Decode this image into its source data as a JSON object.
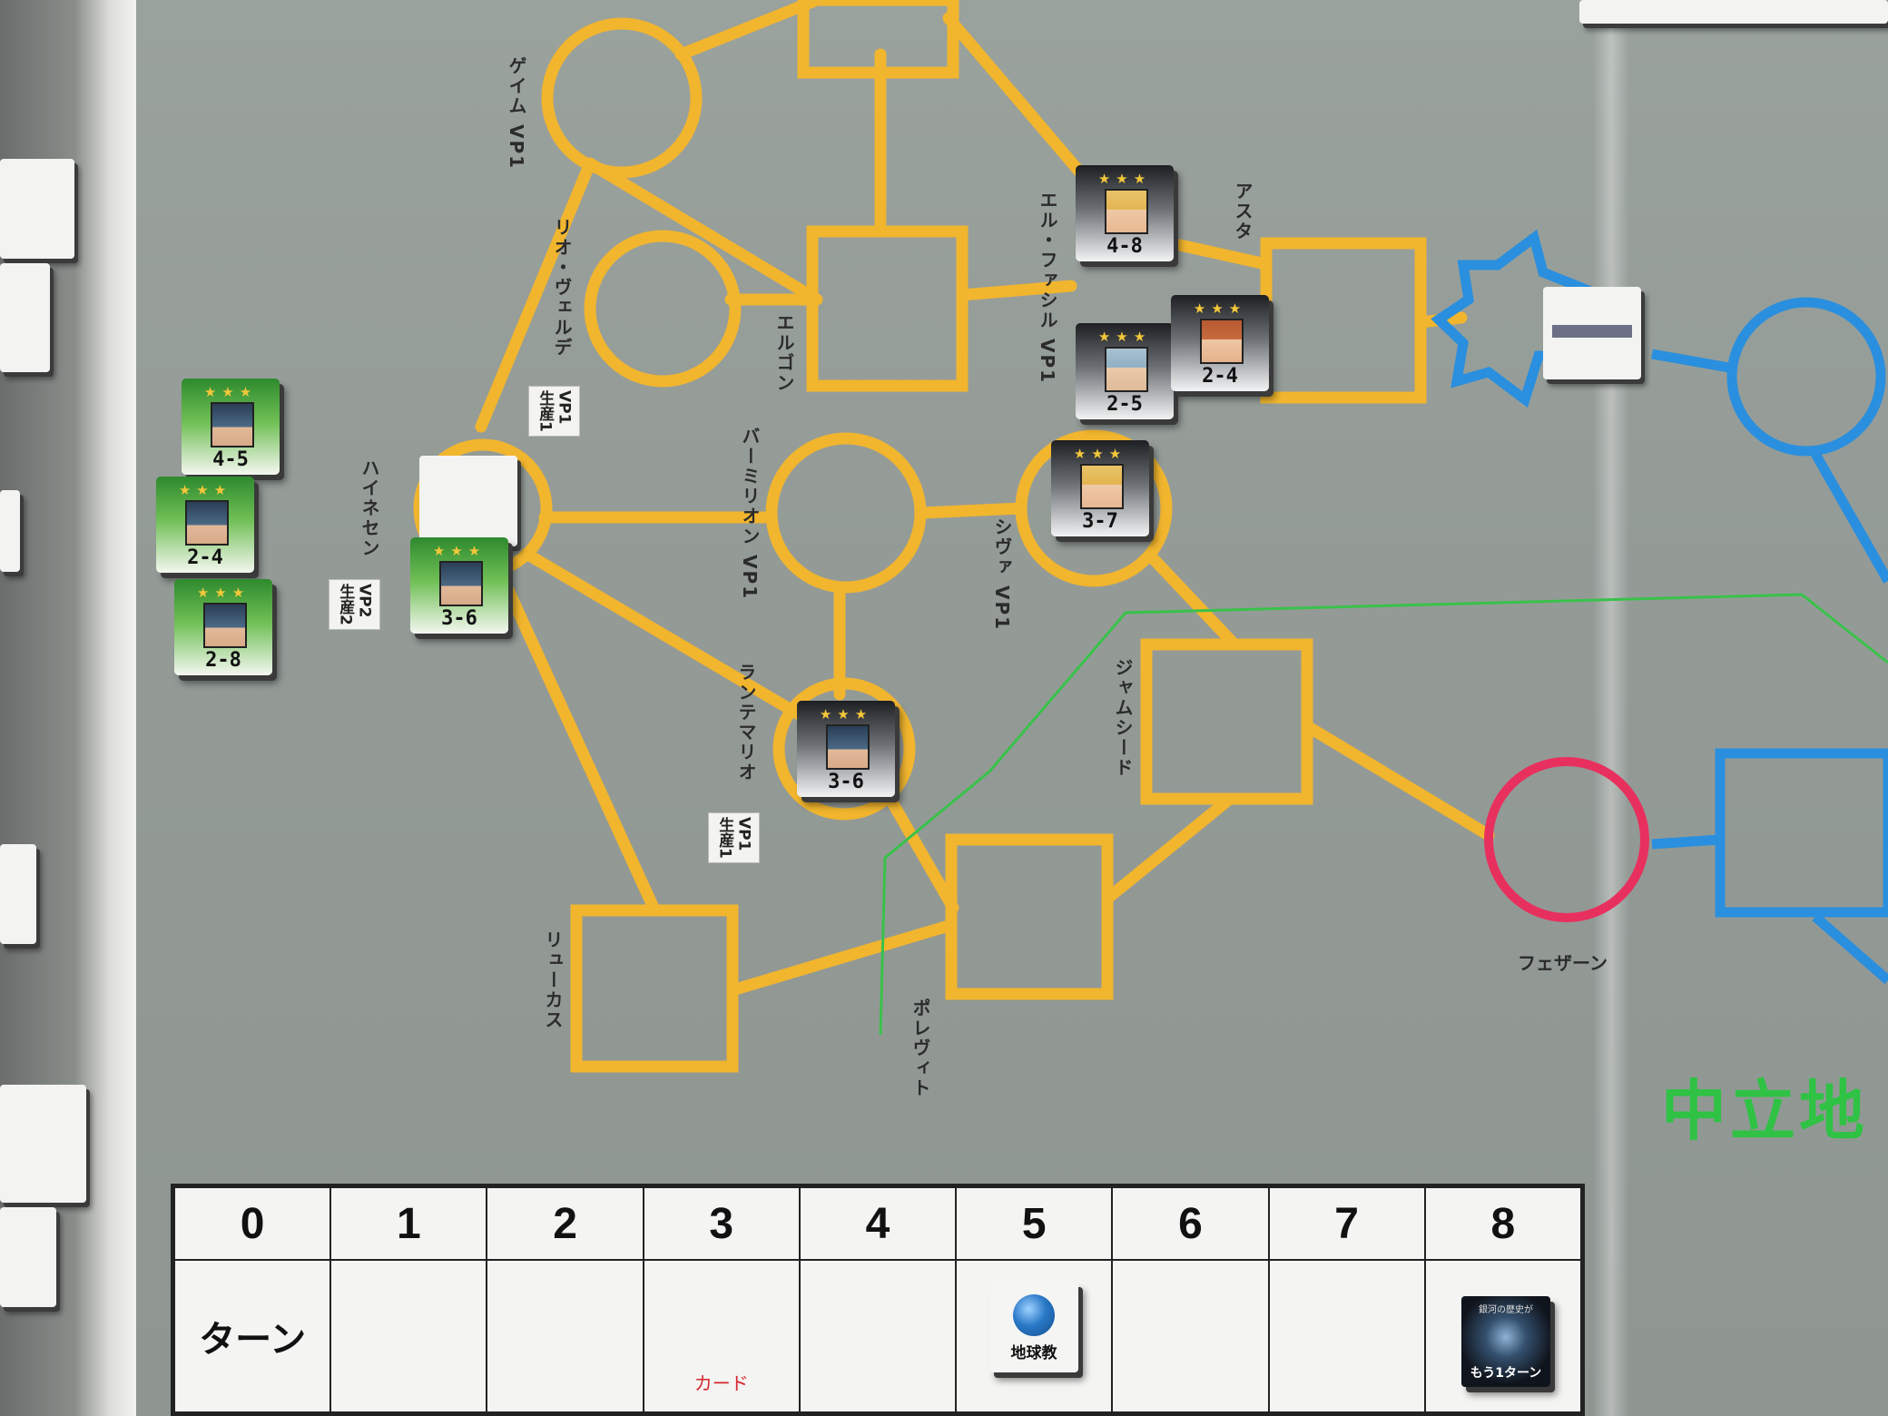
{
  "map": {
    "systems": {
      "geiersburg": "ゲイム VP1",
      "rio_verde": "リオ・ヴェルデ",
      "el_gon": "エルゴン",
      "el_facil": "エル・ファシル VP1",
      "astarte": "アスタ",
      "heinessen": "ハイネセン",
      "vermilion": "バーミリオン VP1",
      "shiva": "シヴァ VP1",
      "jamshid": "ジャムシード",
      "lantemario": "ランテマリオ",
      "lucas": "リューカス",
      "polisit": "ポレヴィト",
      "fezzan": "フェザーン"
    },
    "vp_boxes": {
      "rio_verde": [
        "VP1",
        "生産1"
      ],
      "heinessen": [
        "VP2",
        "生産2"
      ],
      "lantemario": [
        "VP1",
        "生産1"
      ]
    },
    "neutral_zone": "中立地",
    "colors": {
      "alliance": "#f1b52e",
      "empire": "#2a8fde",
      "fezzan": "#e8305e",
      "border": "#39c24a"
    }
  },
  "units": {
    "reserve_1": "4-5",
    "reserve_2": "2-4",
    "reserve_3": "2-8",
    "heinessen": "3-6",
    "lantemario": "3-6",
    "el_facil_top": "4-8",
    "el_facil_left": "2-5",
    "el_facil_right": "2-4",
    "shiva": "3-7"
  },
  "track": {
    "numbers": [
      "0",
      "1",
      "2",
      "3",
      "4",
      "5",
      "6",
      "7",
      "8"
    ],
    "row_label": "ターン",
    "card_label": "カード",
    "earth_cult_marker": "地球教",
    "extra_turn_marker": "もう1ターン",
    "extra_turn_header": "銀河の歴史が"
  }
}
